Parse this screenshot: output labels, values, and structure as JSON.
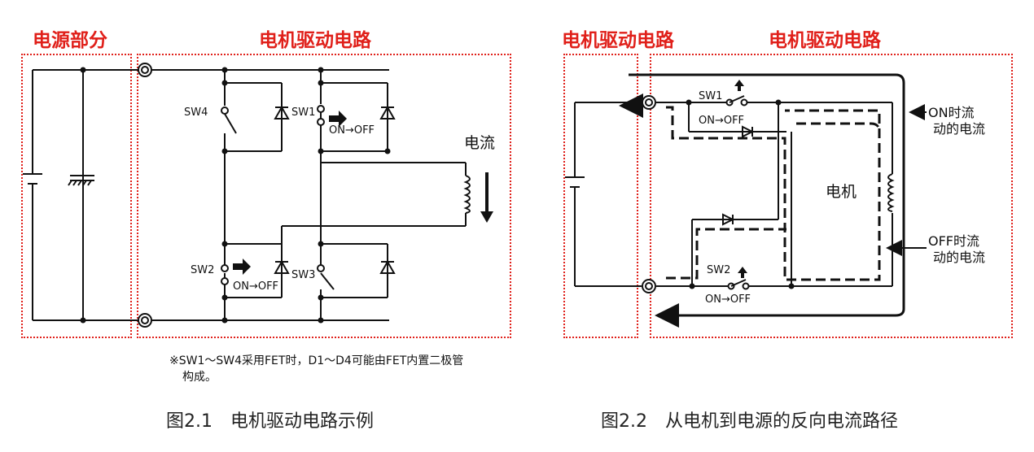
{
  "colors": {
    "section_border": "#e0201a",
    "section_label": "#e0201a",
    "wire": "#111111"
  },
  "fig1": {
    "label_power": "电源部分",
    "label_drive": "电机驱动电路",
    "sw1": "SW1",
    "sw2": "SW2",
    "sw3": "SW3",
    "sw4": "SW4",
    "on_off_1": "ON→OFF",
    "on_off_2": "ON→OFF",
    "current": "电流",
    "note_line1": "※SW1～SW4采用FET时，D1～D4可能由FET内置二极管",
    "note_line2": "构成。",
    "caption": "图2.1　电机驱动电路示例"
  },
  "fig2": {
    "label_left": "电机驱动电路",
    "label_right": "电机驱动电路",
    "sw1": "SW1",
    "sw2": "SW2",
    "on_off_1": "ON→OFF",
    "on_off_2": "ON→OFF",
    "motor": "电机",
    "on_current_1": "ON时流",
    "on_current_2": "动的电流",
    "off_current_1": "OFF时流",
    "off_current_2": "动的电流",
    "caption": "图2.2　从电机到电源的反向电流路径"
  }
}
